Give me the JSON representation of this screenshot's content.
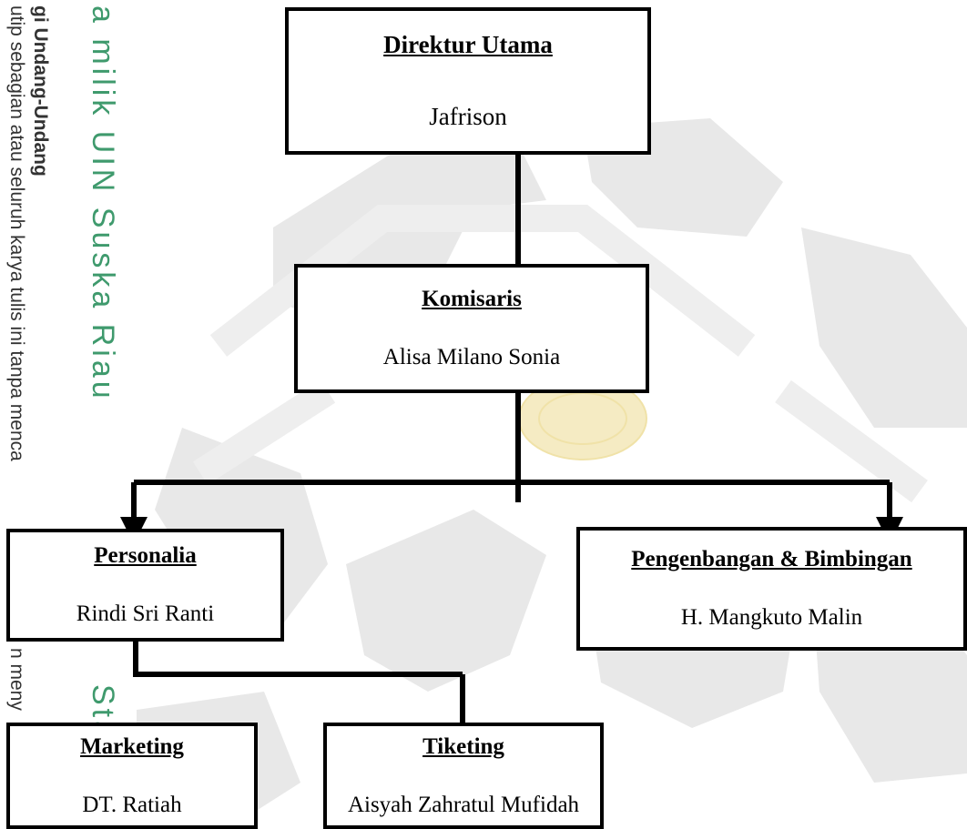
{
  "watermark": {
    "vertical_lines": [
      "gi Undang-Undang",
      "utip sebagian atau seluruh karya tulis ini tanpa menca",
      "n meny"
    ],
    "university_lines": [
      "a milik UIN Suska Riau",
      "Sta"
    ],
    "colors": {
      "green": "#3f9a6d",
      "text": "#333333",
      "seal": "#e6e6e6",
      "emblem": "#f3e7b8"
    }
  },
  "org_chart": {
    "direktur": {
      "role": "Direktur Utama",
      "name": "Jafrison"
    },
    "komisaris": {
      "role": "Komisaris",
      "name": "Alisa Milano Sonia"
    },
    "personalia": {
      "role": "Personalia",
      "name": "Rindi Sri Ranti"
    },
    "pengembangan": {
      "role": "Pengenbangan & Bimbingan",
      "name": "H. Mangkuto Malin"
    },
    "marketing": {
      "role": "Marketing",
      "name": "DT. Ratiah"
    },
    "tiketing": {
      "role": "Tiketing",
      "name": "Aisyah Zahratul Mufidah"
    }
  }
}
